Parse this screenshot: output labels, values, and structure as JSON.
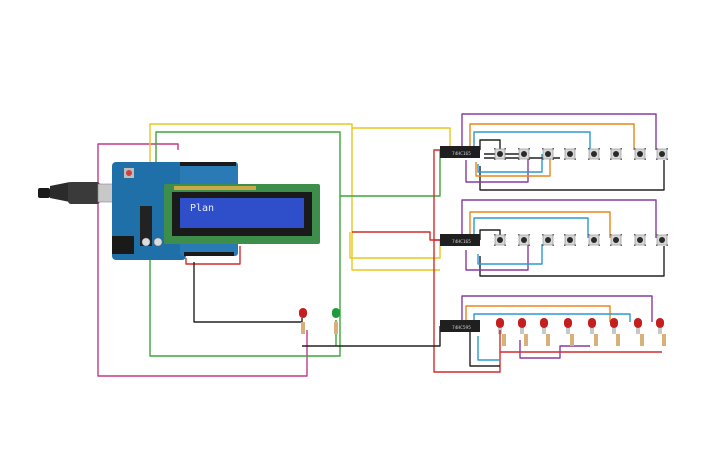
{
  "lcd": {
    "text": "Plan"
  },
  "chips": {
    "top": "74HC165",
    "middle": "74HC165",
    "bottom": "74HC595"
  },
  "colors": {
    "yellow": "#e8c81c",
    "green": "#3aa63a",
    "red": "#d42a2a",
    "purple": "#8a3aa0",
    "magenta": "#c23a8c",
    "orange": "#e8861a",
    "cyan": "#2a9ad4",
    "black": "#222222",
    "board": "#1f6fa8",
    "lcd_screen": "#2e4fc9",
    "lcd_pcb": "#3c8e4a",
    "led_red": "#c41e1e",
    "led_green": "#1e9e3a"
  }
}
